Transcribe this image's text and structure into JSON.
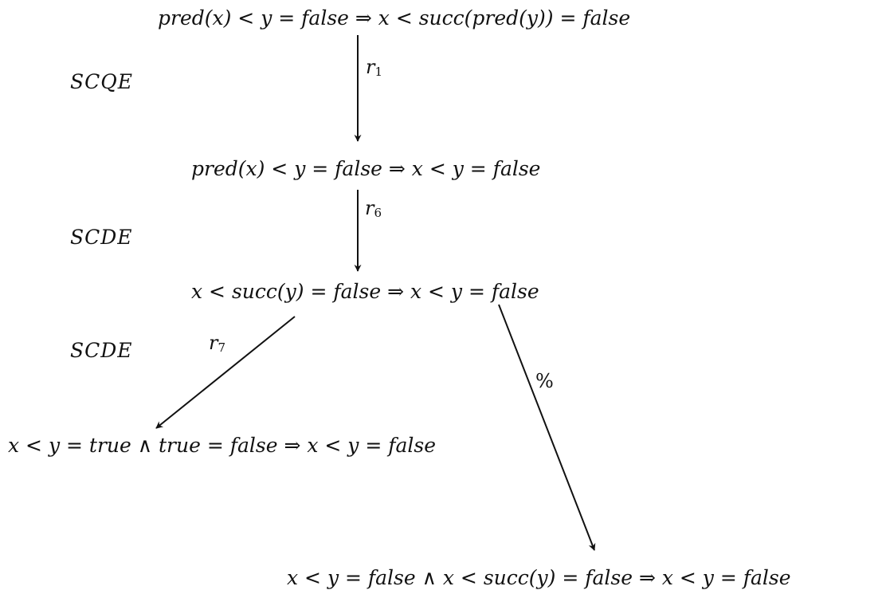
{
  "nodes": {
    "n1": "pred(x) < y = false ⇒ x < succ(pred(y)) = false",
    "n2": "pred(x) < y = false ⇒ x < y = false",
    "n3": "x < succ(y) = false ⇒ x < y = false",
    "n4": "x < y = true ∧ true = false ⇒ x < y = false",
    "n5": "x < y = false ∧ x < succ(y) = false ⇒ x < y = false"
  },
  "side_labels": {
    "s1": "SCQE",
    "s2": "SCDE",
    "s3": "SCDE"
  },
  "edge_labels": {
    "r1": {
      "base": "r",
      "sub": "1"
    },
    "r6": {
      "base": "r",
      "sub": "6"
    },
    "r7": {
      "base": "r",
      "sub": "7"
    },
    "pct": "%"
  },
  "colors": {
    "ink": "#111111",
    "background": "#ffffff"
  }
}
